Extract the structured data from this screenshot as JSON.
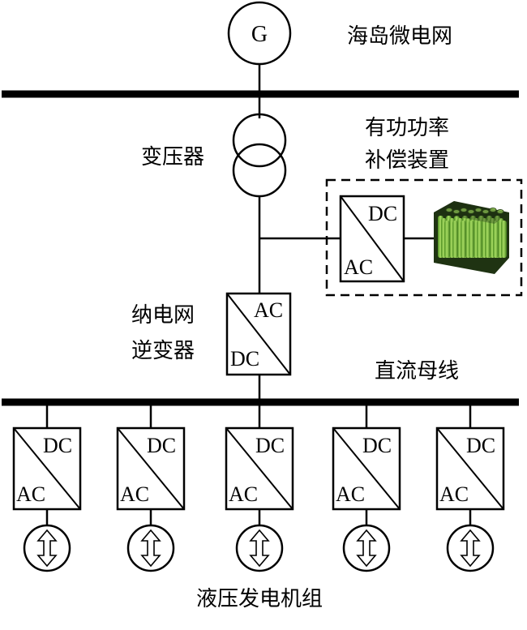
{
  "labels": {
    "generator": "G",
    "microgrid": "海岛微电网",
    "transformer": "变压器",
    "compensation_line1": "有功功率",
    "compensation_line2": "补偿装置",
    "inverter_line1": "纳电网",
    "inverter_line2": "逆变器",
    "dc_bus": "直流母线",
    "generator_group": "液压发电机组"
  },
  "converters": {
    "compensation": {
      "top": "DC",
      "bottom": "AC"
    },
    "grid_inverter": {
      "top": "AC",
      "bottom": "DC"
    },
    "units": [
      {
        "top": "DC",
        "bottom": "AC"
      },
      {
        "top": "DC",
        "bottom": "AC"
      },
      {
        "top": "DC",
        "bottom": "AC"
      },
      {
        "top": "DC",
        "bottom": "AC"
      },
      {
        "top": "DC",
        "bottom": "AC"
      }
    ]
  },
  "icons": {
    "battery": "battery-pack-icon",
    "hydraulic": "hydraulic-double-arrow-icon"
  },
  "colors": {
    "line": "#000000",
    "battery_green": "#7dc242",
    "battery_dark": "#2e4a1a"
  }
}
